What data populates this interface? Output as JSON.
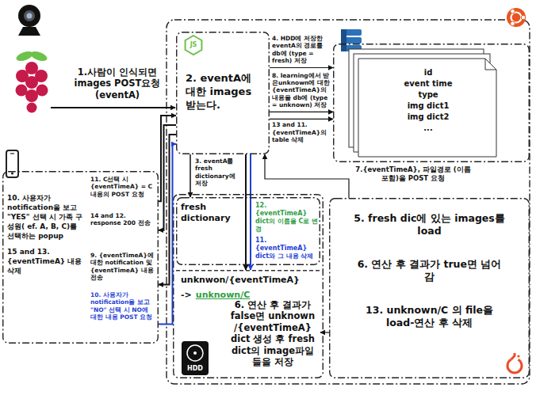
{
  "diagram": {
    "nodes": [
      {
        "text": [
          "2. eventA에 대한 images 받는다."
        ]
      },
      {
        "text": [
          "id",
          "event time",
          "type",
          "img dict1",
          "img dict2",
          "..."
        ]
      },
      {
        "text": [
          "10. 사용자가 notification을 보고 \"YES\" 선택 시 가족 구성원( ef. A, B, C)를 선택하는 popup",
          "15 and 13. {eventTimeA} 내용 삭제"
        ]
      },
      {
        "text": [
          "HDD"
        ]
      },
      {
        "text": [
          "fresh dictionary"
        ],
        "in": 3
      },
      {
        "text": [
          "unknwon/{eventTimeA}",
          "->",
          "unknown/C"
        ],
        "in": 3
      },
      {
        "text": [
          "5. fresh dic에 있는 images를 load",
          "6. 연산 후 결과가 true면 넘어감",
          "13. unknown/C 의 file을 load-연산 후 삭제"
        ]
      }
    ],
    "edges": [
      {
        "from": 0,
        "to": 1,
        "arrow": "to",
        "label": "4. HDD에 저장한 eventA의 경로를 db에 (type = fresh) 저장"
      },
      {
        "from": 0,
        "to": 1,
        "arrow": "to",
        "label": "8. learning에서 받은unknown에 대한 {eventTimeA}의 내용을 db에 (type = unknown) 저장"
      },
      {
        "from": 0,
        "to": 1,
        "arrow": "to",
        "label": "13 and 11. {eventTimeA}의 table 삭제"
      },
      {
        "from": 0,
        "to": 4,
        "arrow": "to",
        "label": "3. eventA를 fresh dictionary에 저장"
      },
      {
        "from": 6,
        "to": 0,
        "arrow": "to",
        "label": "7.{eventTimeA}, 파일경로 (이름포함)을 POST 요청"
      },
      {
        "from": 0,
        "to": 5,
        "arrow": "to",
        "label": "12. {eventTimeA} dict의 이름을 C로 변경"
      },
      {
        "from": 0,
        "to": 5,
        "arrow": "to",
        "label": "11. {eventTimeA} dict와 그 내용 삭제"
      },
      {
        "from": 6,
        "to": 5,
        "arrow": "to",
        "label": "6. 연산 후 결과가 false면 unknown /{eventTimeA} dict 생성 후 fresh dict의 image파일들을 저장"
      },
      {
        "from": 2,
        "to": 0,
        "arrow": "to",
        "label": "11. C선택 시 {eventTimeA} = C 내용의 POST 요청"
      },
      {
        "from": 0,
        "to": 2,
        "arrow": "to",
        "label": "14 and 12. response 200 전송"
      },
      {
        "from": 0,
        "to": 2,
        "arrow": "to",
        "label": "9. {eventTimeA}에 대한 notification 및 {eventTimeA} 내용 전송"
      },
      {
        "from": 2,
        "to": 0,
        "arrow": "to",
        "label": "10. 사용자가 notification을 보고 \"NO\" 선택 시 NO에 대한 내용 POST 요청"
      }
    ],
    "labels": [
      "1.사람이 인식되면 images POST요청 (eventA)",
      "JS"
    ]
  }
}
